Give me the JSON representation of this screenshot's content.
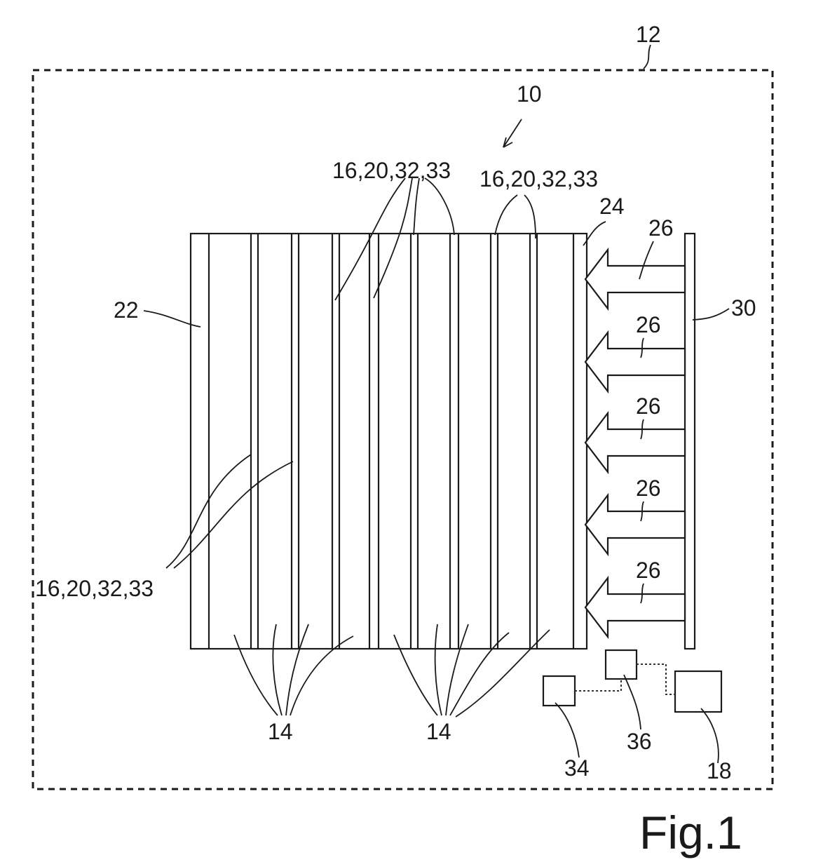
{
  "labels": {
    "enclosure": "12",
    "stack": "10",
    "cell_group_a": "16,20,32,33",
    "cell_group_b": "16,20,32,33",
    "cell_group_c": "16,20,32,33",
    "end_left": "22",
    "end_right": "24",
    "force_1": "26",
    "force_2": "26",
    "force_3": "26",
    "force_4": "26",
    "force_5": "26",
    "plate": "30",
    "cells_left": "14",
    "cells_right": "14",
    "box_34": "34",
    "box_36": "36",
    "box_18": "18"
  },
  "figure_label": "Fig.1"
}
